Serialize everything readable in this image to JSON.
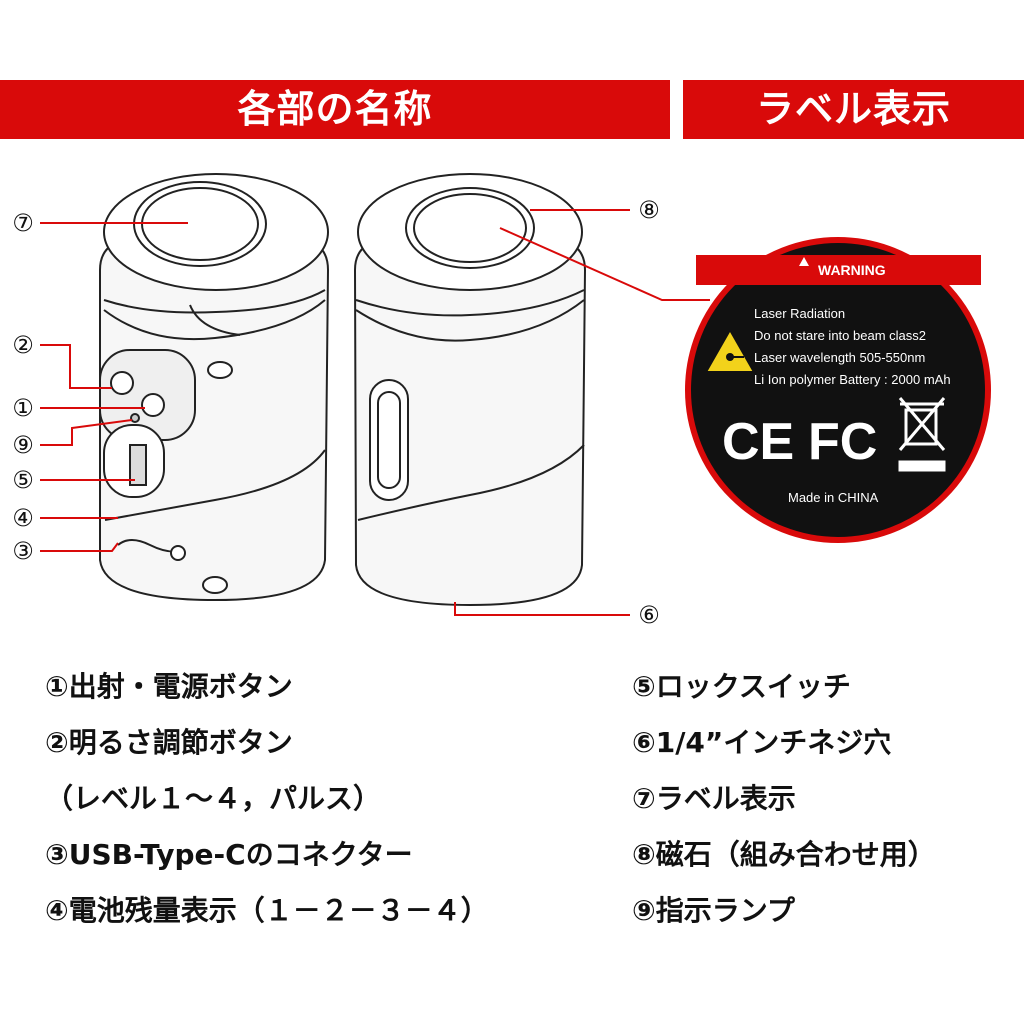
{
  "header": {
    "left_title": "各部の名称",
    "right_title": "ラベル表示"
  },
  "callouts": [
    "⑦",
    "②",
    "①",
    "⑨",
    "⑤",
    "④",
    "③",
    "⑧",
    "⑥"
  ],
  "label": {
    "warning": "WARNING",
    "line1": "Laser Radiation",
    "line2": "Do not stare into beam class2",
    "line3": "Laser wavelength 505-550nm",
    "line4": "Li Ion polymer Battery : 2000 mAh",
    "ce": "CE",
    "fc": "FC",
    "made_in": "Made in CHINA"
  },
  "legend_left": [
    "①出射・電源ボタン",
    "②明るさ調節ボタン",
    "（レベル１～４，パルス）",
    "③USB-Type-Cのコネクター",
    "④電池残量表示（１－２－３－４）"
  ],
  "legend_right": [
    "⑤ロックスイッチ",
    "⑥1/4”インチネジ穴",
    "⑦ラベル表示",
    "⑧磁石（組み合わせ用）",
    "⑨指示ランプ"
  ],
  "colors": {
    "accent": "#d90a0a",
    "label_bg": "#111111"
  }
}
